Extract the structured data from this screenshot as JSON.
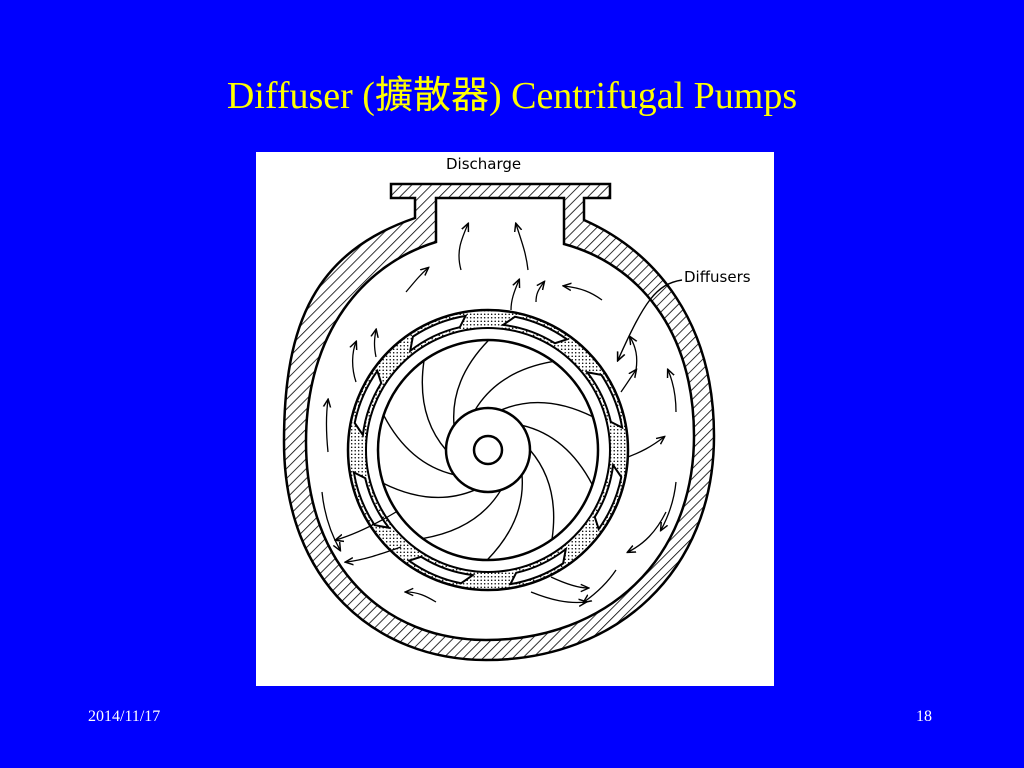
{
  "slide": {
    "title": "Diffuser (擴散器) Centrifugal Pumps",
    "date": "2014/11/17",
    "page_number": "18"
  },
  "diagram": {
    "labels": {
      "discharge": "Discharge",
      "diffusers": "Diffusers"
    }
  },
  "colors": {
    "background": "#0000ff",
    "title": "#ffff00",
    "panel": "#ffffff",
    "ink": "#000000"
  }
}
